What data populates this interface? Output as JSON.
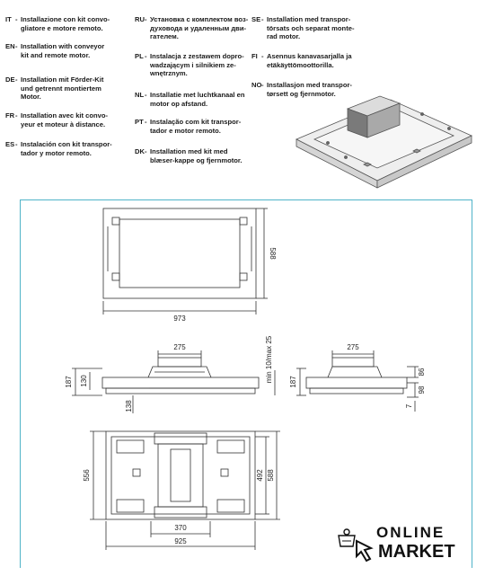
{
  "languages": {
    "col1": [
      {
        "code": "IT",
        "text": [
          "Installazione con kit convo-",
          "gliatore e motore remoto."
        ]
      },
      {
        "code": "EN",
        "text": [
          "Installation with conveyor",
          "kit and remote motor."
        ]
      },
      {
        "code": "DE",
        "text": [
          "Installation mit Förder-Kit",
          "und getrennt montiertem",
          "Motor."
        ]
      },
      {
        "code": "FR",
        "text": [
          "Installation avec kit convo-",
          "yeur et moteur à distance."
        ]
      },
      {
        "code": "ES",
        "text": [
          "Instalación con kit transpor-",
          "tador y motor remoto."
        ]
      }
    ],
    "col2": [
      {
        "code": "RU",
        "text": [
          "Установка с комплектом воз-",
          "духовода и удаленным дви-",
          "гателем."
        ]
      },
      {
        "code": "PL",
        "text": [
          "Instalacja z zestawem dopro-",
          "wadzającym i silnikiem ze-",
          "wnętrznym."
        ]
      },
      {
        "code": "NL",
        "text": [
          "Installatie met luchtkanaal en",
          "motor op afstand."
        ]
      },
      {
        "code": "PT",
        "text": [
          "Instalação com kit transpor-",
          "tador e motor remoto."
        ]
      },
      {
        "code": "DK",
        "text": [
          "Installation med kit med",
          "blæser-kappe og fjernmotor."
        ]
      }
    ],
    "col3": [
      {
        "code": "SE",
        "text": [
          "Installation med transpor-",
          "törsats och separat monte-",
          "rad motor."
        ]
      },
      {
        "code": "FI",
        "text": [
          "Asennus kanavasarjalla ja",
          "etäkäyttömoottorilla."
        ]
      },
      {
        "code": "NO",
        "text": [
          "Installasjon med transpor-",
          "tørsett og fjernmotor."
        ]
      }
    ]
  },
  "dimensions": {
    "top_height": "588",
    "top_width": "973",
    "front_height": "187",
    "front_inner": "130",
    "front_bottom": "138",
    "front_duct": "275",
    "front_min": "min 10/max 25",
    "side_duct": "275",
    "side_height": "187",
    "side_86": "86",
    "side_98": "98",
    "side_7": "7",
    "bottom_556": "556",
    "bottom_492": "492",
    "bottom_588": "588",
    "bottom_370": "370",
    "bottom_925": "925"
  },
  "logo": {
    "line1": "ONLINE",
    "line2": "MARKET"
  },
  "colors": {
    "frame": "#4fb3c8",
    "ink": "#1a1a1a"
  }
}
